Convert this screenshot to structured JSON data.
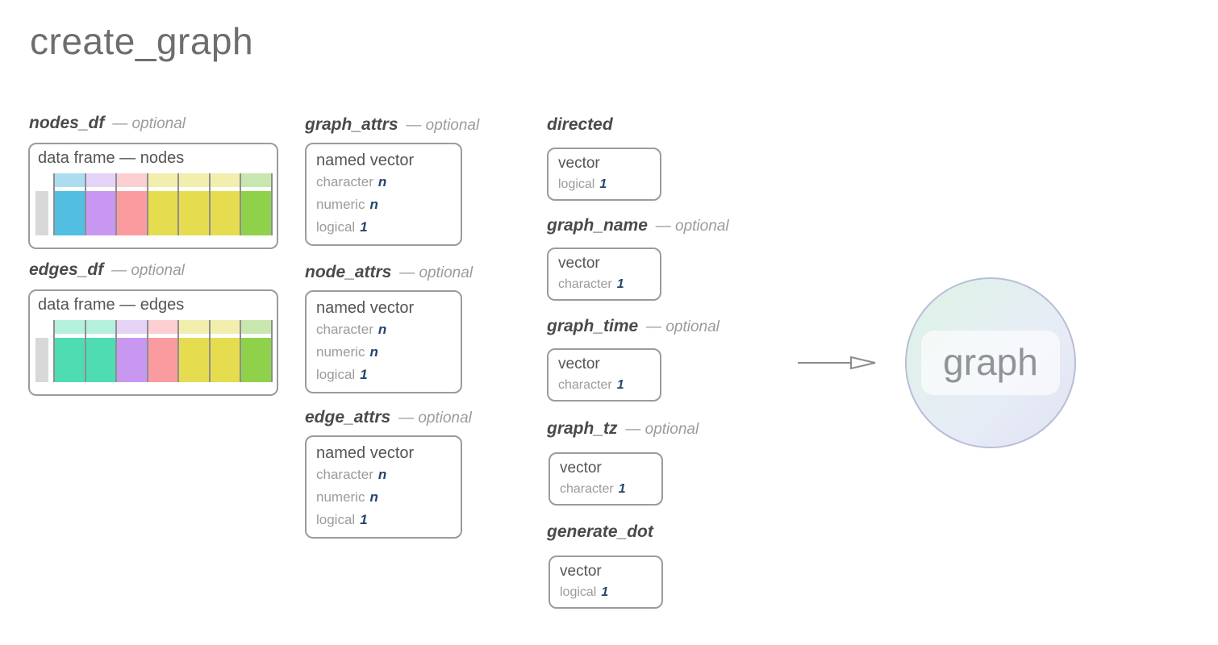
{
  "title": "create_graph",
  "output": {
    "label": "graph"
  },
  "dataframes": [
    {
      "name": "nodes_df",
      "optional": "— optional",
      "box_label": "data frame — nodes",
      "columns": [
        {
          "header": "#abdcef",
          "body": "#52bfe2"
        },
        {
          "header": "#e4d2f7",
          "body": "#c897f2"
        },
        {
          "header": "#fcced2",
          "body": "#fa9ba0"
        },
        {
          "header": "#f2eeae",
          "body": "#e5dc50"
        },
        {
          "header": "#f2eeae",
          "body": "#e5dc50"
        },
        {
          "header": "#f2eeae",
          "body": "#e5dc50"
        },
        {
          "header": "#c7e7ae",
          "body": "#90d14c"
        }
      ]
    },
    {
      "name": "edges_df",
      "optional": "— optional",
      "box_label": "data frame — edges",
      "columns": [
        {
          "header": "#b4f0db",
          "body": "#4edcb2"
        },
        {
          "header": "#b4f0db",
          "body": "#4edcb2"
        },
        {
          "header": "#e4d2f7",
          "body": "#c897f2"
        },
        {
          "header": "#fcced2",
          "body": "#fa9ba0"
        },
        {
          "header": "#f2eeae",
          "body": "#e5dc50"
        },
        {
          "header": "#f2eeae",
          "body": "#e5dc50"
        },
        {
          "header": "#c7e7ae",
          "body": "#90d14c"
        }
      ]
    }
  ],
  "attr_params": [
    {
      "name": "graph_attrs",
      "optional": "— optional",
      "type_label": "named vector",
      "rows": [
        {
          "label": "character",
          "count": "n"
        },
        {
          "label": "numeric",
          "count": "n"
        },
        {
          "label": "logical",
          "count": "1"
        }
      ]
    },
    {
      "name": "node_attrs",
      "optional": "— optional",
      "type_label": "named vector",
      "rows": [
        {
          "label": "character",
          "count": "n"
        },
        {
          "label": "numeric",
          "count": "n"
        },
        {
          "label": "logical",
          "count": "1"
        }
      ]
    },
    {
      "name": "edge_attrs",
      "optional": "— optional",
      "type_label": "named vector",
      "rows": [
        {
          "label": "character",
          "count": "n"
        },
        {
          "label": "numeric",
          "count": "n"
        },
        {
          "label": "logical",
          "count": "1"
        }
      ]
    }
  ],
  "vector_params": [
    {
      "name": "directed",
      "optional": "",
      "type_label": "vector",
      "rows": [
        {
          "label": "logical",
          "count": "1"
        }
      ]
    },
    {
      "name": "graph_name",
      "optional": "— optional",
      "type_label": "vector",
      "rows": [
        {
          "label": "character",
          "count": "1"
        }
      ]
    },
    {
      "name": "graph_time",
      "optional": "— optional",
      "type_label": "vector",
      "rows": [
        {
          "label": "character",
          "count": "1"
        }
      ]
    },
    {
      "name": "graph_tz",
      "optional": "— optional",
      "type_label": "vector",
      "rows": [
        {
          "label": "character",
          "count": "1"
        }
      ]
    },
    {
      "name": "generate_dot",
      "optional": "",
      "type_label": "vector",
      "rows": [
        {
          "label": "logical",
          "count": "1"
        }
      ]
    }
  ],
  "colors": {
    "title": "#6e6e6e",
    "param_name": "#4a4a4a",
    "optional": "#9b9b9b",
    "box_border": "#9b9b9b",
    "type_label": "#555555",
    "row_label": "#9b9b9b",
    "count": "#25456e",
    "df_divider": "#8f8f8f",
    "df_stub": "#d8d8d8",
    "arrow": "#8c8c8c",
    "circle_border": "#b9bdd8",
    "circle_grad_start": "#ddf2e6",
    "circle_grad_mid": "#e7edf6",
    "circle_grad_end": "#e0e3f3",
    "graph_text": "#8f9497"
  }
}
